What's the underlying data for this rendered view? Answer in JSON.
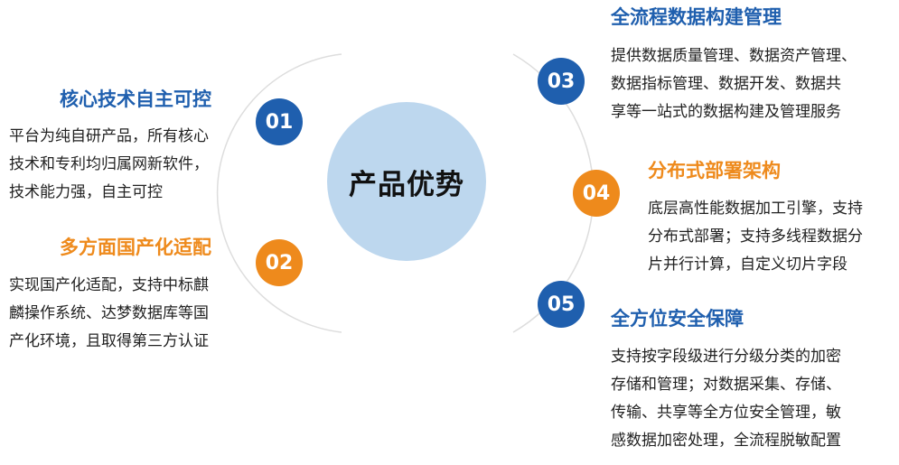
{
  "center_label": "产品优势",
  "items": [
    {
      "number": "01",
      "title": "核心技术自主可控",
      "lines": [
        "平台为纯自研产品，所有核心",
        "技术和专利均归属网新软件，",
        "技术能力强，自主可控"
      ]
    },
    {
      "number": "02",
      "title": "多方面国产化适配",
      "lines": [
        "实现国产化适配，支持中标麒",
        "麟操作系统、达梦数据库等国",
        "产化环境，且取得第三方认证"
      ]
    },
    {
      "number": "03",
      "title": "全流程数据构建管理",
      "lines": [
        "提供数据质量管理、数据资产管理、",
        "数据指标管理、数据开发、数据共",
        "享等一站式的数据构建及管理服务"
      ]
    },
    {
      "number": "04",
      "title": "分布式部署架构",
      "lines": [
        "底层高性能数据加工引擎，支持",
        "分布式部署；支持多线程数据分",
        "片并行计算，自定义切片字段"
      ]
    },
    {
      "number": "05",
      "title": "全方位安全保障",
      "lines": [
        "支持按字段级进行分级分类的加密",
        "存储和管理；对数据采集、存储、",
        "传输、共享等全方位安全管理，敏",
        "感数据加密处理，全流程脱敏配置"
      ]
    }
  ],
  "colors": {
    "blue": "#1f5fae",
    "orange": "#ee8a1c",
    "center_fill": "#bdd7ee"
  }
}
